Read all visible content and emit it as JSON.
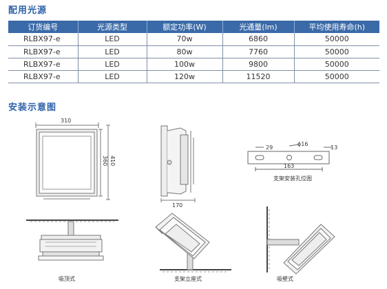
{
  "sections": {
    "config_title": "配用光源",
    "install_title": "安装示意图"
  },
  "table": {
    "headers": [
      "订货编号",
      "光源类型",
      "额定功率(W)",
      "光通量(lm)",
      "平均使用寿命(h)"
    ],
    "rows": [
      [
        "RLBX97-e",
        "LED",
        "70w",
        "6860",
        "50000"
      ],
      [
        "RLBX97-e",
        "LED",
        "80w",
        "7760",
        "50000"
      ],
      [
        "RLBX97-e",
        "LED",
        "100w",
        "9800",
        "50000"
      ],
      [
        "RLBX97-e",
        "LED",
        "120w",
        "11520",
        "50000"
      ]
    ]
  },
  "front_view": {
    "width": "310",
    "inner_height": "360",
    "height": "410"
  },
  "side_view": {
    "depth": "170"
  },
  "bracket": {
    "hole_dia": "ϕ16",
    "left_offset": "29",
    "height": "13",
    "spacing": "163",
    "caption": "支架安装孔位图"
  },
  "mounts": {
    "ceiling": "吸顶式",
    "bracket_floor": "支架立座式",
    "wall": "吸壁式"
  }
}
